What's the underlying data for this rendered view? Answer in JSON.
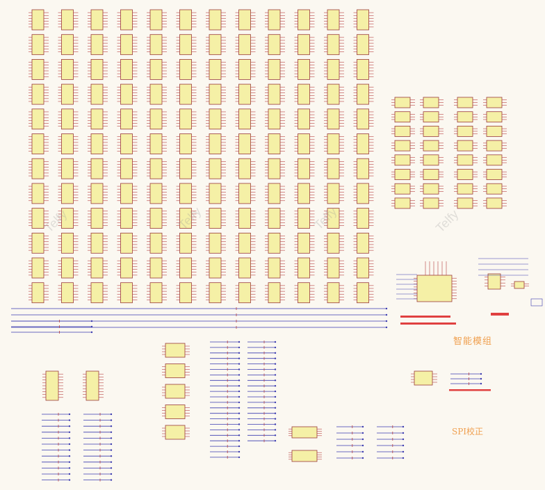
{
  "labels": {
    "smart_module": "智能模组",
    "spi_calibration": "SPI校正"
  },
  "watermark": "Telfy",
  "colors": {
    "background": "#fbf8f1",
    "chip_fill": "#f5f0a6",
    "chip_border": "#9a3a3a",
    "wire": "#3b3bb0",
    "pin": "#b84040",
    "annotation": "#e04040",
    "label": "#f0a050"
  }
}
